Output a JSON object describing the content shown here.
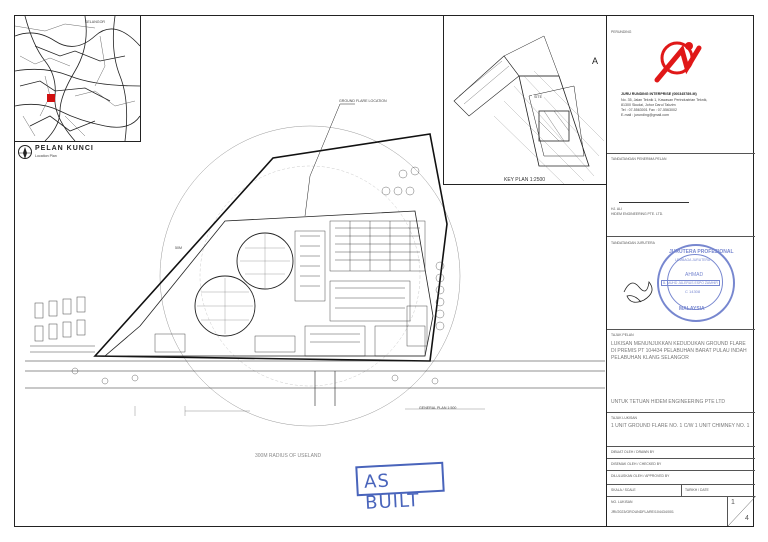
{
  "location_map": {
    "label": "SELANGOR",
    "caption": "PELAN KUNCI",
    "caption_sub": "Location Plan"
  },
  "key_plan": {
    "label": "KEY PLAN 1:2500",
    "marker": "A",
    "site_label": "SITE"
  },
  "main_plan": {
    "ground_flare_label": "GROUND FLARE LOCATION",
    "radius_inner": "50M",
    "scale_label": "GENERAL PLAN 1:500",
    "radius_note": "300M RADIUS OF USELAND",
    "stamp": "AS BUILT"
  },
  "title_block": {
    "header_label": "PERUNDING",
    "firm_name": "JURU RUNDING INTERPRISE (000345789-M)",
    "firm_address_1": "No. 35, Jalan Teknik 1, Kawasan Perindustrian Teknik,",
    "firm_address_2": "81300 Skudai, Johor Darul Takzim",
    "firm_tel": "Tel : 07-5563001   Fax : 07-5563002",
    "firm_email": "E-mail : jurunding@gmail.com",
    "approval_label": "TANDATANGAN PENERIMA PELAN",
    "signer_name": "HJ. ALI",
    "signer_company": "HIDEM ENGINEERING PTE. LTD.",
    "verify_label": "TANDATANGAN JURUTERA",
    "seal_text_top": "JURUTERA PROFESIONAL",
    "seal_text_sub": "LEMBAGA JURUTERA",
    "seal_name": "AHMAD",
    "seal_name_2": "B. MUHD JALERUS ESPO ZAMHIR",
    "seal_no": "C 14308",
    "seal_bottom": "MALAYSIA",
    "title_label": "TAJUK PELAN",
    "project_title": "LUKISAN MENUNJUKKAN KEDUDUKAN GROUND FLARE DI PREMIS PT 104434 PELABUHAN BARAT PULAU INDAH PELABUHAN KLANG SELANGOR",
    "client_line": "UNTUK TETUAN HIDEM ENGINEERING PTE LTD",
    "drawing_label": "TAJUK LUKISAN",
    "drawing_title": "1 UNIT GROUND FLARE NO. 1 C/W 1 UNIT CHIMNEY NO. 1",
    "row_drawn": "DIBUAT OLEH / DRAWN BY",
    "row_checked": "DISEMAK OLEH / CHECKED BY",
    "row_approved": "DILULUSKAN OLEH / APPROVED BY",
    "row_scale": "SKALA / SCALE",
    "row_date": "TARIKH / DATE",
    "drawing_no_label": "NO. LUKISAN",
    "drawing_no": "JRI/2023/GROUNDFLARE/104434/001",
    "sheet_no": "1",
    "sheet_total": "4"
  },
  "colors": {
    "line": "#222222",
    "stamp_blue": "#2a4ab0",
    "seal_blue": "#4a5fc0",
    "logo_red": "#e01818",
    "marker_red": "#d01010"
  }
}
